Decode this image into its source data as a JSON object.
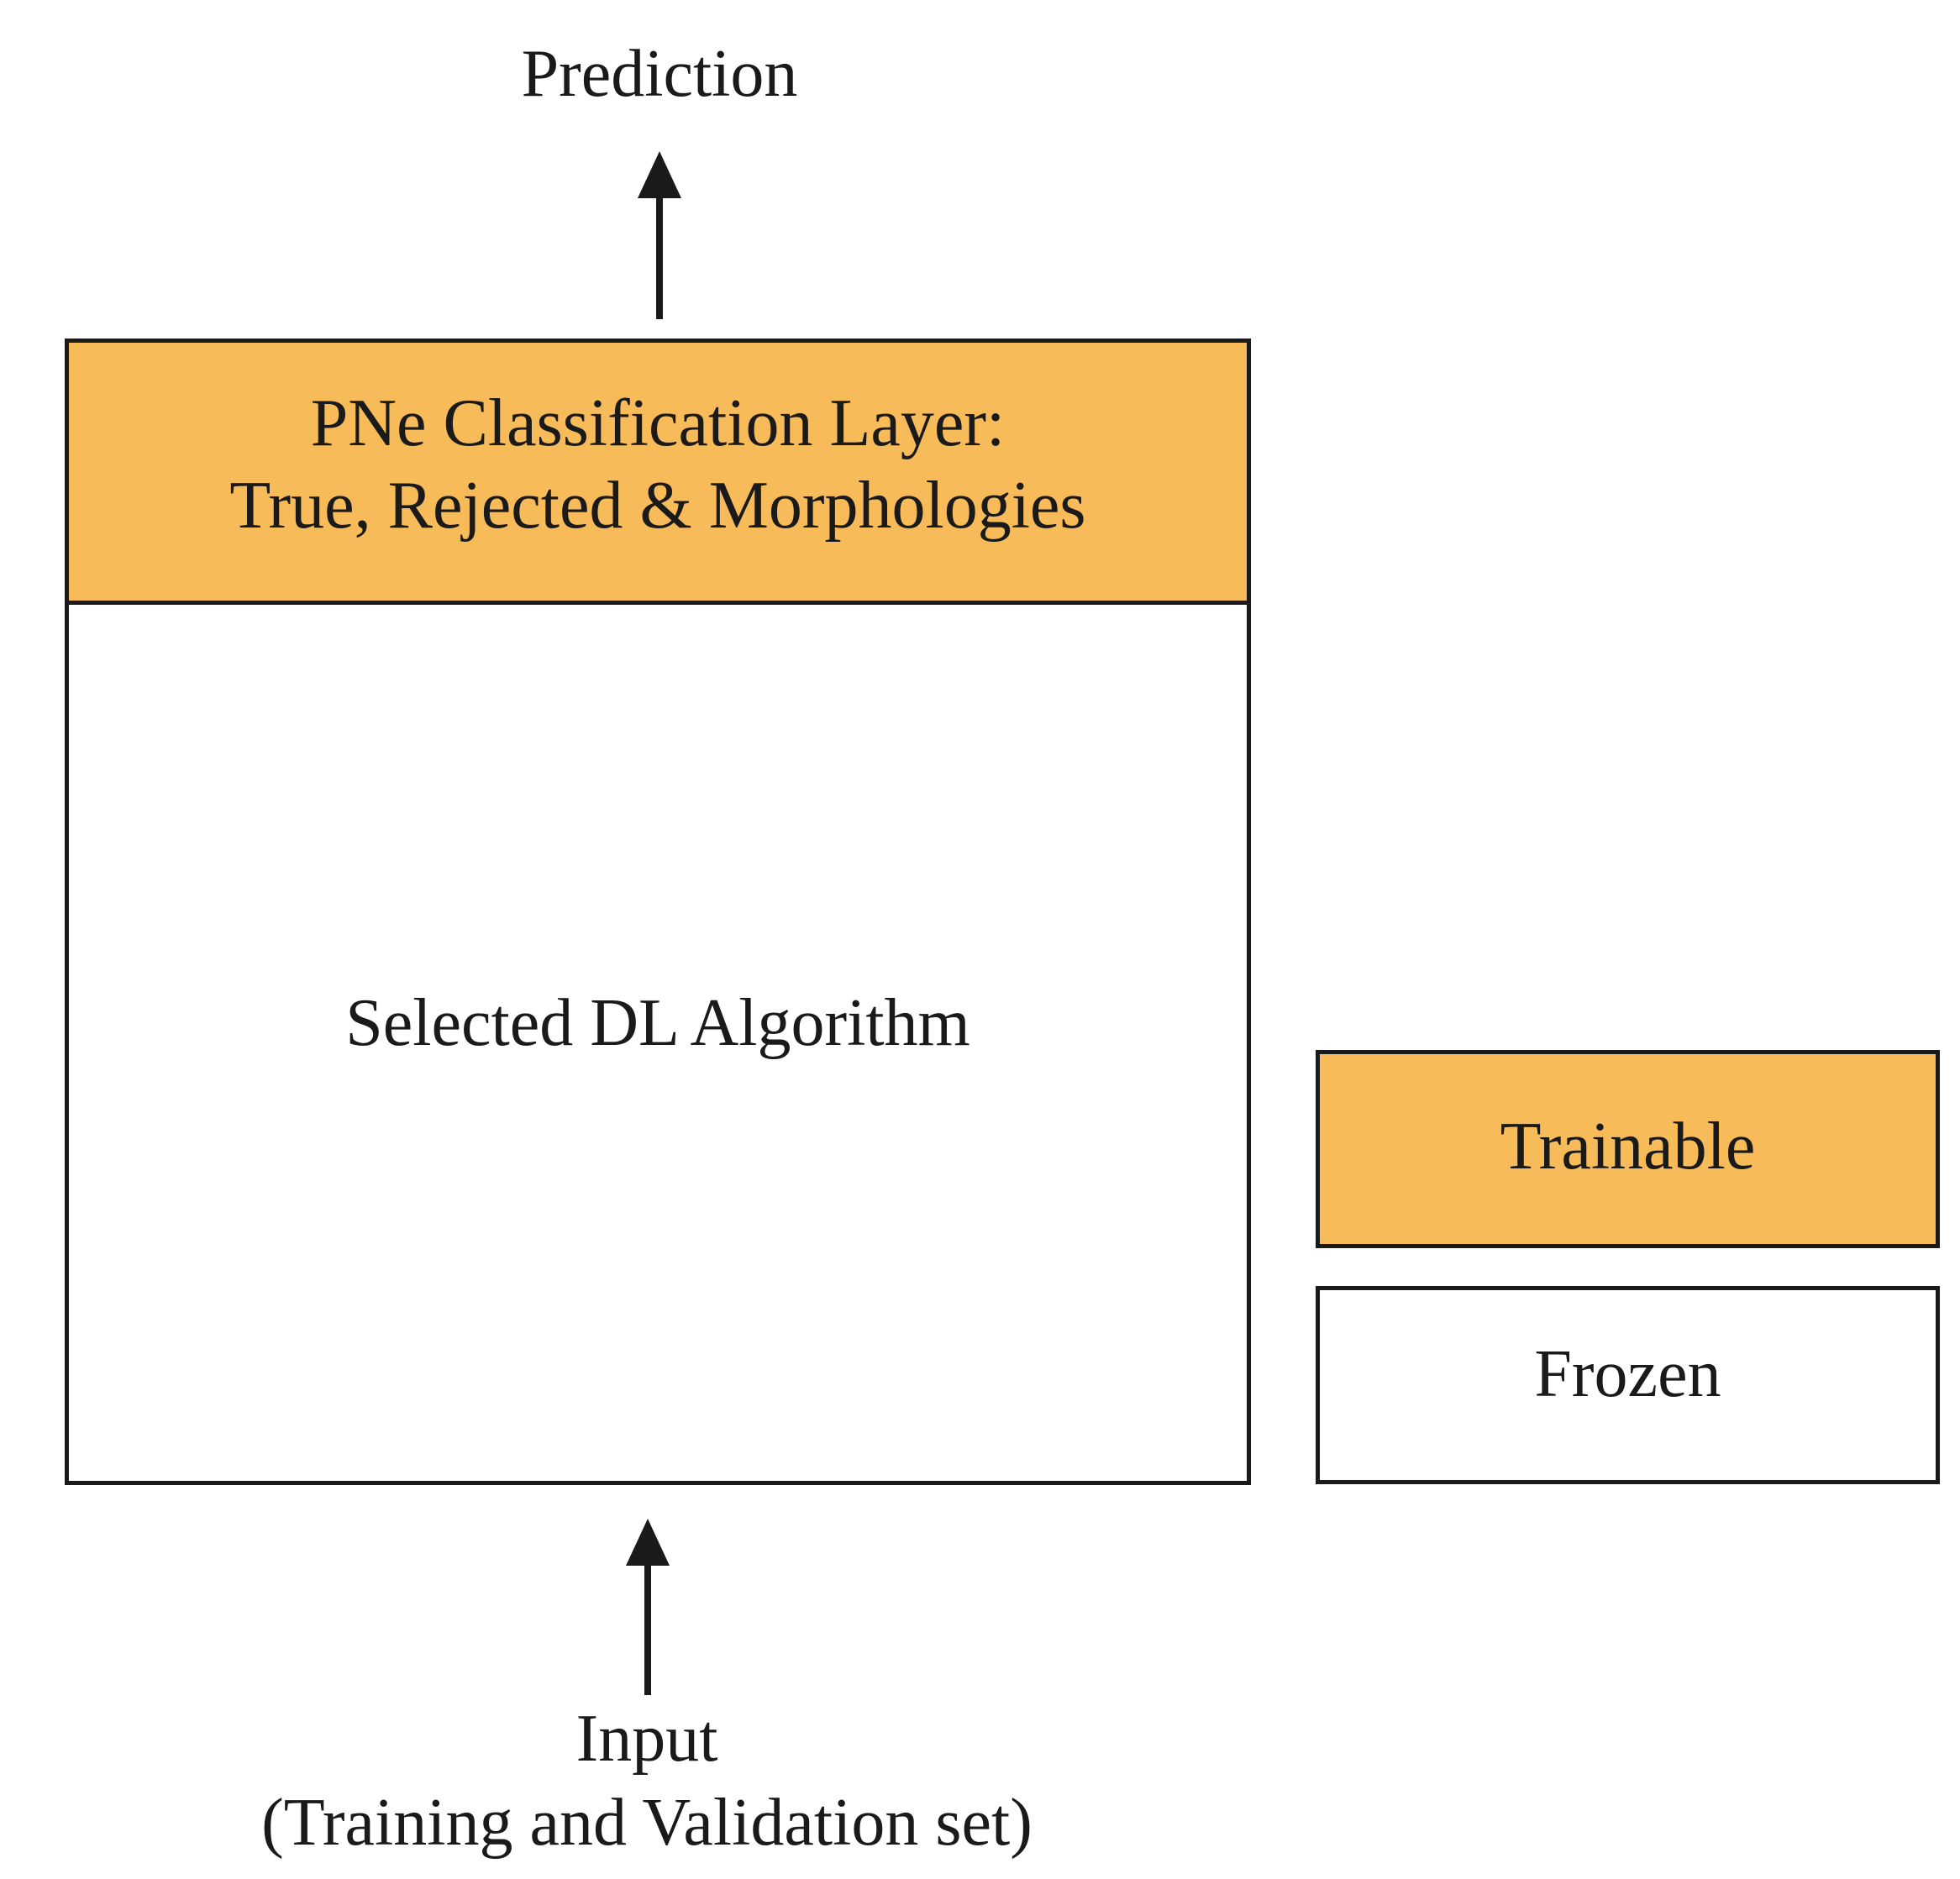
{
  "output": {
    "label": "Prediction"
  },
  "model": {
    "head": {
      "line1": "PNe Classification Layer:",
      "line2": "True, Rejected & Morphologies"
    },
    "body": {
      "label": "Selected DL Algorithm"
    }
  },
  "input": {
    "line1": "Input",
    "line2": "(Training and Validation set)"
  },
  "legend": {
    "trainable": "Trainable",
    "frozen": "Frozen"
  },
  "colors": {
    "trainable_fill": "#f7bb5a",
    "frozen_fill": "#ffffff",
    "stroke": "#1a1a1a"
  }
}
